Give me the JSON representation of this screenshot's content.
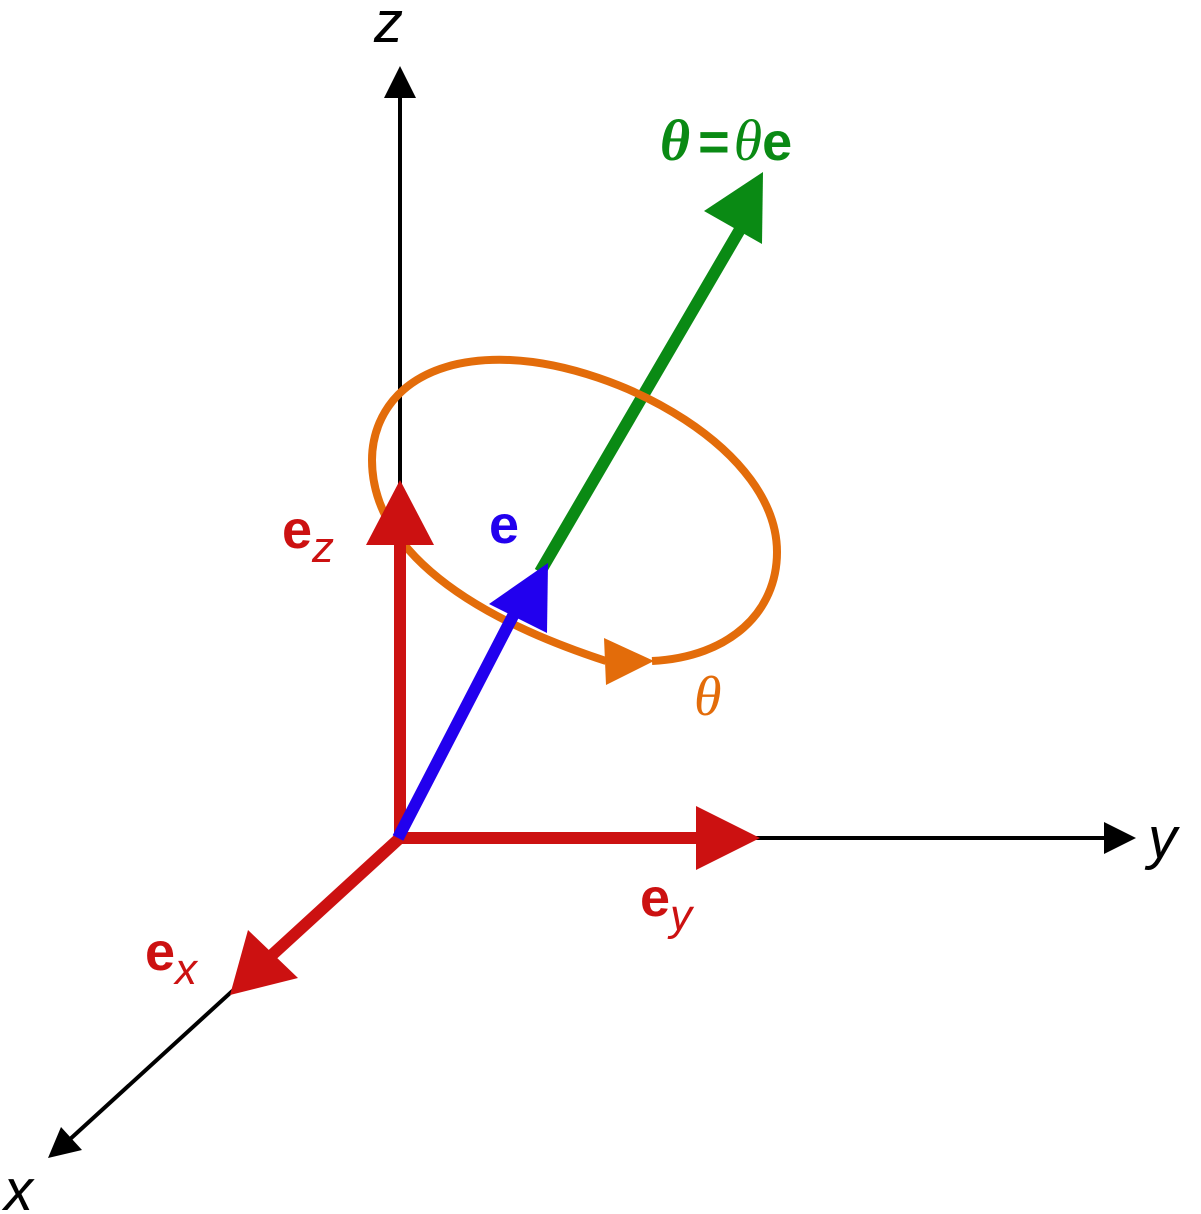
{
  "colors": {
    "axis": "#000000",
    "basis": "#cc1111",
    "unit_vector": "#2200ee",
    "rotation_vector": "#0a8a14",
    "rotation_arc": "#e36c0a"
  },
  "labels": {
    "axis_x": "x",
    "axis_y": "y",
    "axis_z": "z",
    "ex_base": "e",
    "ex_sub": "x",
    "ey_base": "e",
    "ey_sub": "y",
    "ez_base": "e",
    "ez_sub": "z",
    "e": "e",
    "theta": "θ",
    "rotvec_theta_bold": "θ",
    "rotvec_equals": "=",
    "rotvec_theta": "θ",
    "rotvec_e": "e"
  }
}
